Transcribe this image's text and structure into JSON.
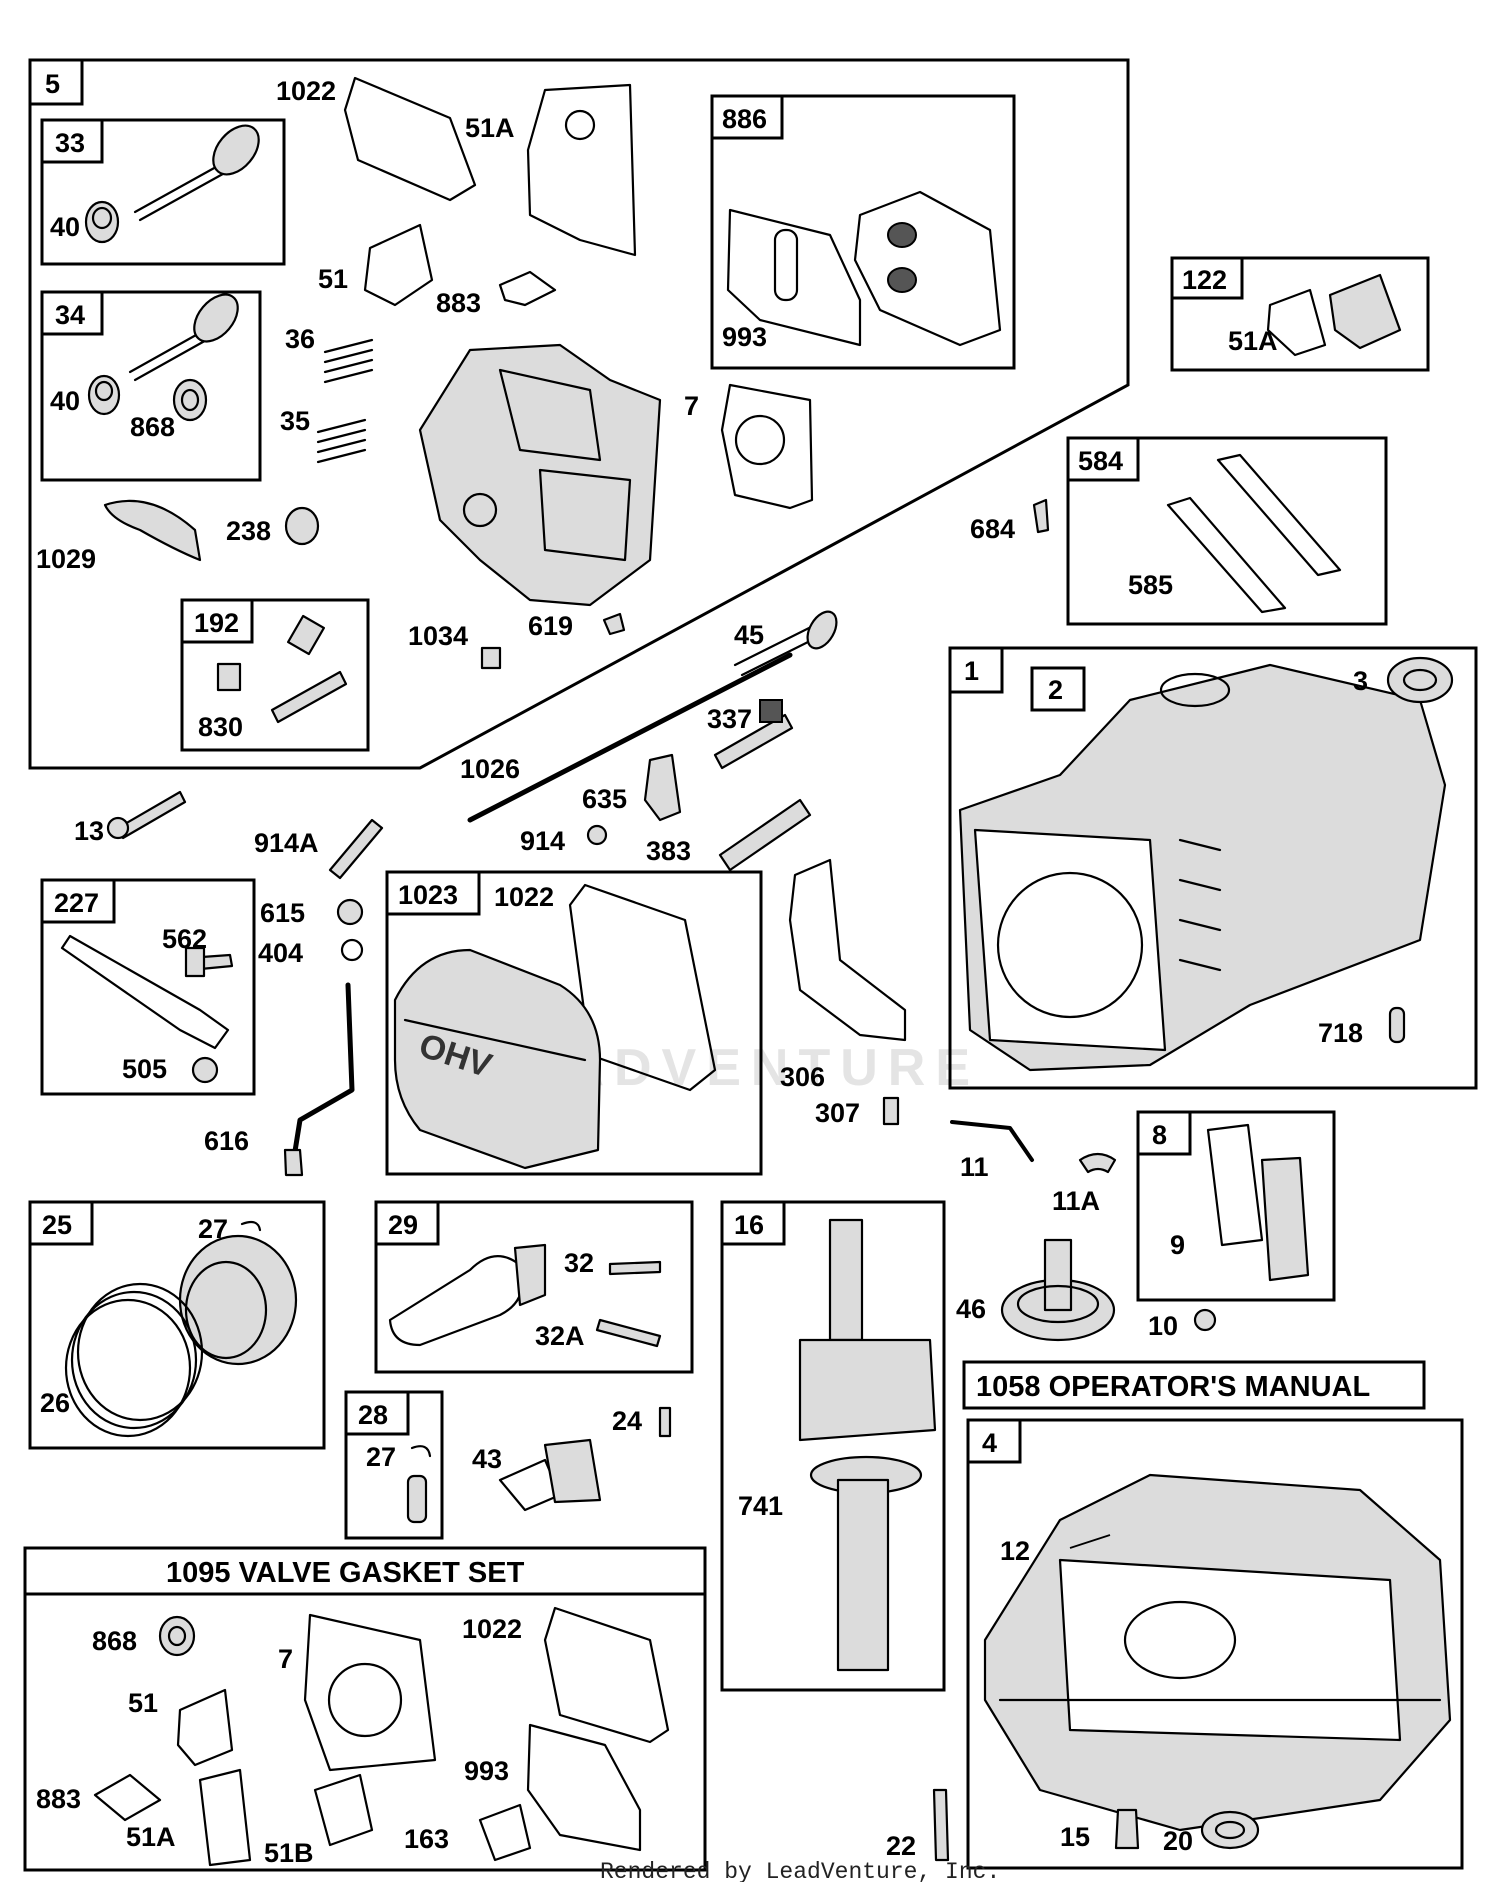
{
  "watermark": "LEADVENTURE",
  "footer": "Rendered by LeadVenture, Inc.",
  "group_boxes": {
    "b5": "5",
    "b33": "33",
    "b34": "34",
    "b192": "192",
    "b886": "886",
    "b122": "122",
    "b584": "584",
    "b1": "1",
    "b2": "2",
    "b227": "227",
    "b1023": "1023",
    "b8": "8",
    "b25": "25",
    "b29": "29",
    "b16": "16",
    "b28": "28",
    "b4": "4"
  },
  "titles": {
    "operators_manual": "1058 OPERATOR'S MANUAL",
    "valve_gasket_set": "1095 VALVE GASKET SET"
  },
  "callouts": {
    "c1022a": "1022",
    "c51Aa": "51A",
    "c40a": "40",
    "c40b": "40",
    "c868a": "868",
    "c51a": "51",
    "c883a": "883",
    "c36": "36",
    "c35": "35",
    "c993a": "993",
    "c7a": "7",
    "c51Ab": "51A",
    "c684": "684",
    "c585": "585",
    "c1029": "1029",
    "c238": "238",
    "c830": "830",
    "c1034": "1034",
    "c619": "619",
    "c45": "45",
    "c3": "3",
    "c337": "337",
    "c1026": "1026",
    "c635": "635",
    "c13": "13",
    "c914A": "914A",
    "c914": "914",
    "c383": "383",
    "c562": "562",
    "c615": "615",
    "c404": "404",
    "c1022b": "1022",
    "c505": "505",
    "c616": "616",
    "c306": "306",
    "c307": "307",
    "c718": "718",
    "c11": "11",
    "c11A": "11A",
    "c9": "9",
    "c27a": "27",
    "c32": "32",
    "c32A": "32A",
    "c46": "46",
    "c10": "10",
    "c26": "26",
    "c24": "24",
    "c27b": "27",
    "c43": "43",
    "c741": "741",
    "c12": "12",
    "c868b": "868",
    "c7b": "7",
    "c1022c": "1022",
    "c51b": "51",
    "c993b": "993",
    "c883b": "883",
    "c51Ac": "51A",
    "c51B": "51B",
    "c163": "163",
    "c22": "22",
    "c15": "15",
    "c20": "20"
  },
  "valve_cover_embossing": "OHV"
}
